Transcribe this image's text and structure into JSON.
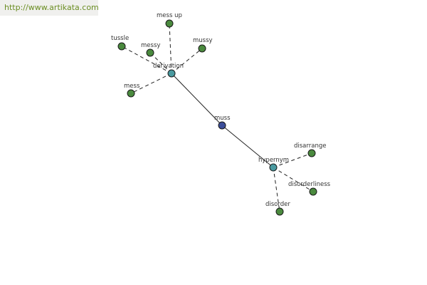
{
  "watermark": "http://www.artikata.com",
  "colors": {
    "leaf": "#4a8a3e",
    "relation": "#4a9aa0",
    "center": "#3c4e9a",
    "edge": "#222222"
  },
  "graph": {
    "center": {
      "id": "muss",
      "label": "muss"
    },
    "relations": [
      {
        "id": "derivation",
        "label": "derivation"
      },
      {
        "id": "hypernym",
        "label": "hypernym"
      }
    ],
    "leaves": [
      {
        "id": "mess-up",
        "label": "mess up",
        "parent": "derivation"
      },
      {
        "id": "tussle",
        "label": "tussle",
        "parent": "derivation"
      },
      {
        "id": "messy",
        "label": "messy",
        "parent": "derivation"
      },
      {
        "id": "mussy",
        "label": "mussy",
        "parent": "derivation"
      },
      {
        "id": "mess",
        "label": "mess",
        "parent": "derivation"
      },
      {
        "id": "disarrange",
        "label": "disarrange",
        "parent": "hypernym"
      },
      {
        "id": "disorderliness",
        "label": "disorderliness",
        "parent": "hypernym"
      },
      {
        "id": "disorder",
        "label": "disorder",
        "parent": "hypernym"
      }
    ]
  }
}
